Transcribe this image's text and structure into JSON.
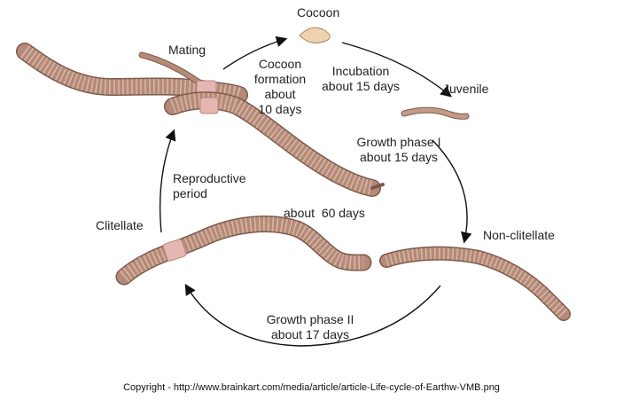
{
  "labels": {
    "cocoon": "Cocoon",
    "mating": "Mating",
    "cocoon_formation": [
      "Cocoon",
      "formation",
      "about",
      "10 days"
    ],
    "incubation": [
      "Incubation",
      "about 15 days"
    ],
    "juvenile": "Juvenile",
    "growth_phase_1": [
      "Growth phase I",
      "about 15 days"
    ],
    "reproductive_period": [
      "Reproductive",
      "period"
    ],
    "about_60_days": "about  60 days",
    "clitellate": "Clitellate",
    "non_clitellate": "Non-clitellate",
    "growth_phase_2": [
      "Growth phase II",
      "about 17 days"
    ]
  },
  "copyright": "Copyright - http://www.brainkart.com/media/article/article-Life-cycle-of-Earthw-VMB.png",
  "colors": {
    "worm_body": "#b58a78",
    "worm_stripe": "#d9b8a8",
    "worm_edge": "#7d5a4c",
    "clitellum": "#e6b7b2",
    "cocoon": "#efd3ae",
    "arrow": "#111111"
  }
}
